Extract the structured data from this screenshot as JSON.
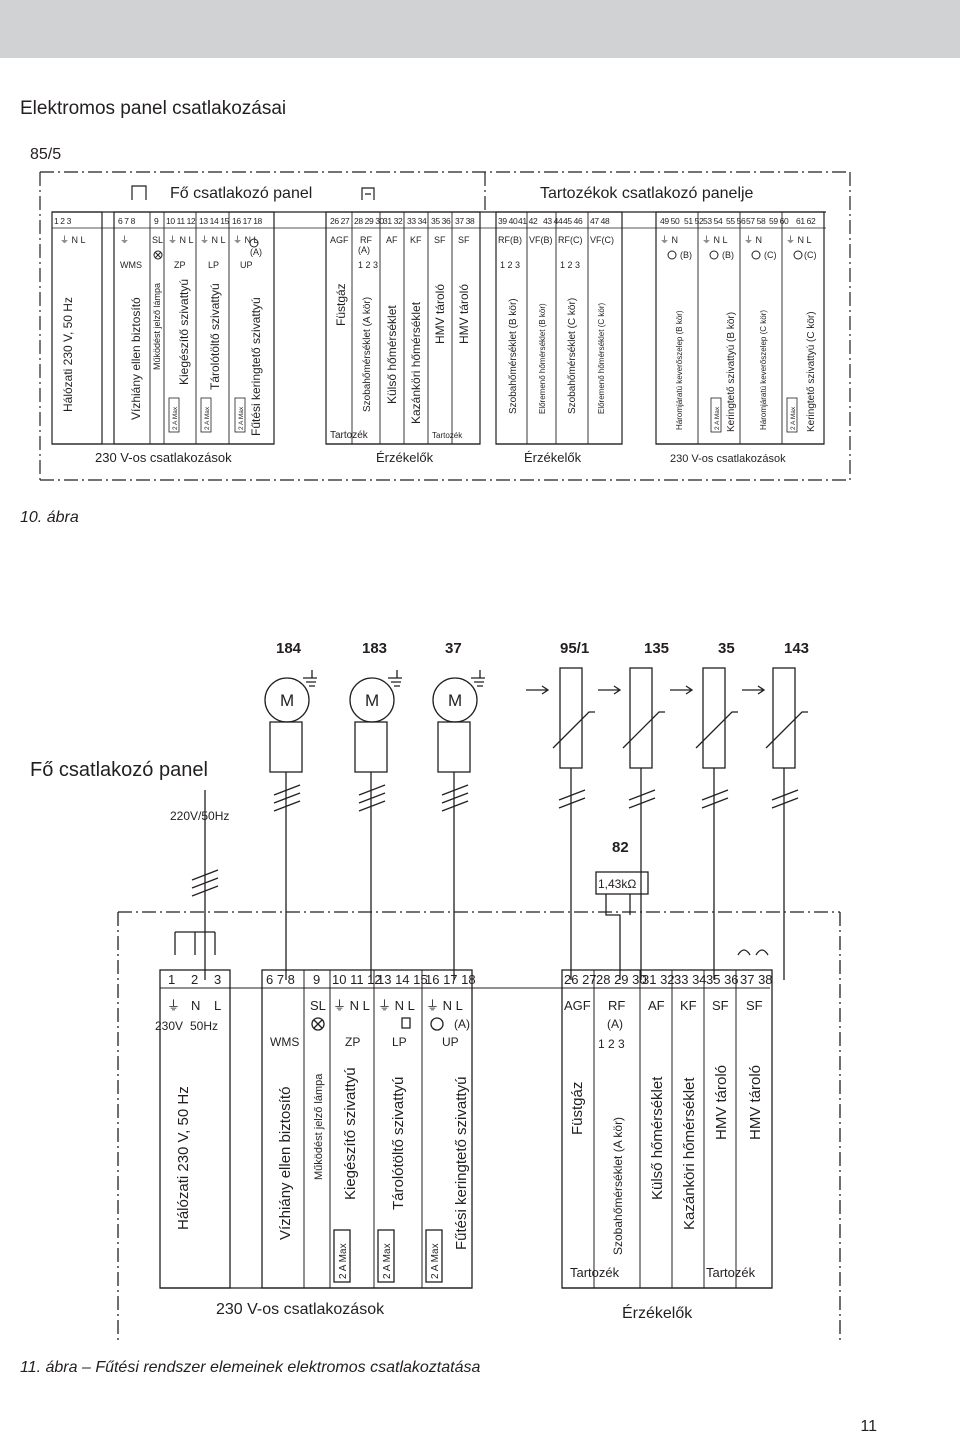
{
  "page": {
    "title": "Elektromos panel csatlakozásai",
    "code": "85/5",
    "caption10": "10. ábra",
    "caption11": "11. ábra – Fűtési rendszer elemeinek elektromos csatlakoztatása",
    "page_number": "11"
  },
  "diagram10": {
    "main_panel_title": "Fő csatlakozó panel",
    "accessory_panel_title": "Tartozékok csatlakozó panelje",
    "left_terminals": [
      "1 2 3",
      "6 7 8",
      "9",
      "10 11 12",
      "13 14 15",
      "16 17 18",
      "26 27",
      "28 29 30",
      "31 32",
      "33 34",
      "35 36",
      "37 38"
    ],
    "right_terminals": [
      "39 40",
      "41 42",
      "43 44",
      "45 46",
      "47 48",
      "49 50",
      "51 52",
      "53 54",
      "55 56",
      "57 58",
      "59 60",
      "61 62"
    ],
    "pin_labels_left": [
      "⏚ N L",
      "⏚",
      "SL",
      "⏚ N L",
      "⏚ N L",
      "⏚ N L",
      "AGF",
      "RF",
      "(A)",
      "AF",
      "KF",
      "SF",
      "SF"
    ],
    "pin_labels_right": [
      "RF(B)",
      "VF(B)",
      "RF(C)",
      "VF(C)",
      "⏚ N",
      "⏚ N L",
      "⏚ N",
      "⏚ N L",
      "(B)",
      "(B)",
      "(C)",
      "(C)"
    ],
    "small_labels": [
      "WMS",
      "ZP",
      "LP",
      "UP",
      "(A)",
      "1 2 3",
      "1 2 3",
      "1 2 3"
    ],
    "vertical_labels": [
      "Hálózati 230 V, 50 Hz",
      "Vízhiány ellen biztosító",
      "Működést jelző lámpa",
      "Kiegészítő szivattyú",
      "Tárolótöltő szivattyú",
      "Fűtési keringtető szivattyú",
      "Füstgáz",
      "Szobahőmérséklet (A kör)",
      "Külső hőmérséklet",
      "Kazánköri hőmérséklet",
      "HMV tároló",
      "HMV tároló",
      "Szobahőmérséklet (B kör)",
      "Előremenő hőmérséklet (B kör)",
      "Szobahőmérséklet (C kör)",
      "Előremenő hőmérséklet (C kör)",
      "Háromjáratú keverőszelep (B kör)",
      "Keringtető szivattyú (B kör)",
      "Háromjáratú keverőszelep (C kör)",
      "Keringtető szivattyú (C kör)"
    ],
    "max_label": "2 A Max",
    "accessory_labels": [
      "Tartozék",
      "Tartozék"
    ],
    "bottom_labels": [
      "230 V-os csatlakozások",
      "Érzékelők",
      "Érzékelők",
      "230 V-os csatlakozások"
    ]
  },
  "diagram11": {
    "component_numbers": [
      "184",
      "183",
      "37",
      "95/1",
      "135",
      "35",
      "143"
    ],
    "motor_label": "M",
    "panel_title": "Fő csatlakozó panel",
    "supply": "220V/50Hz",
    "resistor_number": "82",
    "resistor_value": "1,43kΩ",
    "terminals": [
      "1",
      "2",
      "3",
      "6 7 8",
      "9",
      "10 11 12",
      "13 14 15",
      "16 17 18",
      "26 27",
      "28 29 30",
      "31 32",
      "33 34",
      "35 36",
      "37 38"
    ],
    "pin_labels": [
      "⏚",
      "N",
      "L",
      "SL",
      "⏚ N L",
      "⏚ N L",
      "⏚ N L",
      "AGF",
      "RF",
      "AF",
      "KF",
      "SF",
      "SF"
    ],
    "sub_labels": [
      "230V",
      "50Hz",
      "WMS",
      "ZP",
      "LP",
      "UP",
      "(A)",
      "(A)",
      "1 2 3"
    ],
    "vertical_labels": [
      "Hálózati 230 V, 50 Hz",
      "Vízhiány ellen biztosító",
      "Működést jelző lámpa",
      "Kiegészítő szivattyú",
      "Tárolótöltő szivattyú",
      "Fűtési keringtető szivattyú",
      "Füstgáz",
      "Szobahőmérséklet (A kör)",
      "Külső hőmérséklet",
      "Kazánköri hőmérséklet",
      "HMV tároló",
      "HMV tároló"
    ],
    "max_label": "2 A Max",
    "accessory_labels": [
      "Tartozék",
      "Tartozék"
    ],
    "bottom_labels": [
      "230 V-os csatlakozások",
      "Érzékelők"
    ]
  }
}
